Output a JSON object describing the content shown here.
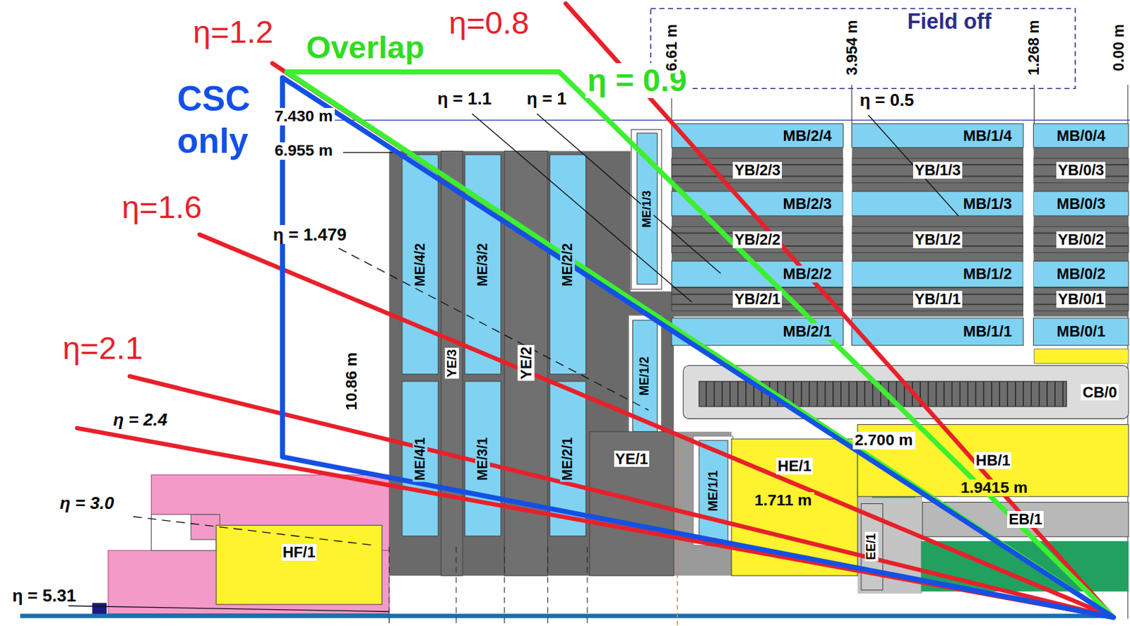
{
  "diagram": {
    "nodes": [
      {
        "text": [
          "MB/2/4"
        ]
      },
      {
        "text": [
          "MB/1/4"
        ]
      },
      {
        "text": [
          "MB/0/4"
        ]
      },
      {
        "text": [
          "YB/2/3"
        ]
      },
      {
        "text": [
          "YB/1/3"
        ]
      },
      {
        "text": [
          "YB/0/3"
        ]
      },
      {
        "text": [
          "MB/2/3"
        ]
      },
      {
        "text": [
          "MB/1/3"
        ]
      },
      {
        "text": [
          "MB/0/3"
        ]
      },
      {
        "text": [
          "YB/2/2"
        ]
      },
      {
        "text": [
          "YB/1/2"
        ]
      },
      {
        "text": [
          "YB/0/2"
        ]
      },
      {
        "text": [
          "MB/2/2"
        ]
      },
      {
        "text": [
          "MB/1/2"
        ]
      },
      {
        "text": [
          "MB/0/2"
        ]
      },
      {
        "text": [
          "YB/2/1"
        ]
      },
      {
        "text": [
          "YB/1/1"
        ]
      },
      {
        "text": [
          "YB/0/1"
        ]
      },
      {
        "text": [
          "MB/2/1"
        ]
      },
      {
        "text": [
          "MB/1/1"
        ]
      },
      {
        "text": [
          "MB/0/1"
        ]
      },
      {
        "text": [
          "CB/0"
        ]
      },
      {
        "text": [
          "ME/4/2"
        ]
      },
      {
        "text": [
          "ME/3/2"
        ]
      },
      {
        "text": [
          "ME/2/2"
        ]
      },
      {
        "text": [
          "ME/1/3"
        ]
      },
      {
        "text": [
          "ME/1/2"
        ]
      },
      {
        "text": [
          "YE/3"
        ]
      },
      {
        "text": [
          "YE/2"
        ]
      },
      {
        "text": [
          "ME/4/1"
        ]
      },
      {
        "text": [
          "ME/3/1"
        ]
      },
      {
        "text": [
          "ME/2/1"
        ]
      },
      {
        "text": [
          "YE/1"
        ]
      },
      {
        "text": [
          "ME/1/1"
        ]
      },
      {
        "text": [
          "HE/1"
        ]
      },
      {
        "text": [
          "HB/1"
        ]
      },
      {
        "text": [
          "EB/1"
        ]
      },
      {
        "text": [
          "EE/1"
        ]
      },
      {
        "text": [
          "HF/1"
        ]
      }
    ],
    "labels": [
      "η=0.8",
      "η=1.2",
      "Overlap",
      "η = 0.9",
      "Field off",
      "6.61 m",
      "3.954 m",
      "1.268 m",
      "0.00 m",
      "CSC only",
      "η = 1.1",
      "η = 1",
      "η = 0.5",
      "7.430 m",
      "6.955 m",
      "η=1.6",
      "η = 1.479",
      "η=2.1",
      "10.86 m",
      "η = 2.4",
      "2.700 m",
      "1.9415 m",
      "1.711 m",
      "η = 3.0",
      "η = 5.31"
    ]
  }
}
